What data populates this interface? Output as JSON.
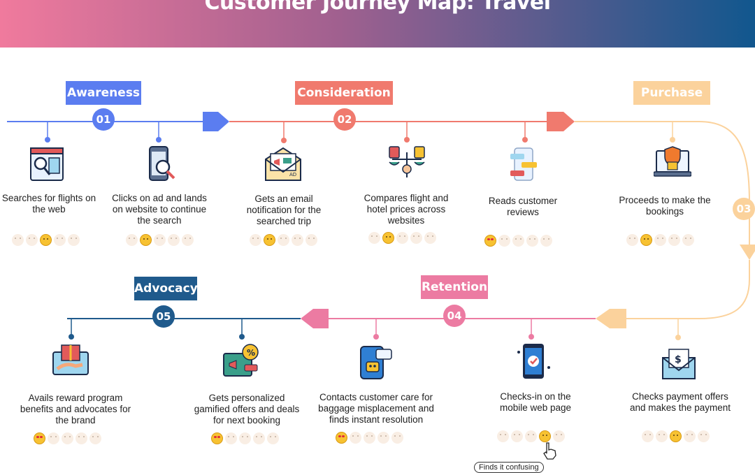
{
  "title": "Customer Journey Map: Travel",
  "colors": {
    "awareness": "#5b7df0",
    "consideration": "#f07a6e",
    "purchase": "#fbd29c",
    "retention": "#ec7ba2",
    "advocacy": "#1f5a8c",
    "badge_01": "#5b7df0",
    "badge_02": "#f07a6e",
    "badge_03": "#fbd29c",
    "badge_04": "#ec7ba2",
    "badge_05": "#1f5a8c"
  },
  "stages": [
    {
      "label": "Awareness",
      "number": "01"
    },
    {
      "label": "Consideration",
      "number": "02"
    },
    {
      "label": "Purchase",
      "number": "03"
    },
    {
      "label": "Retention",
      "number": "04"
    },
    {
      "label": "Advocacy",
      "number": "05"
    }
  ],
  "steps": [
    {
      "text": "Searches for flights on the web",
      "icon": "browser-search-icon",
      "emotion": "neutral"
    },
    {
      "text": "Clicks on ad and lands on website to continue the search",
      "icon": "mobile-search-icon",
      "emotion": "content"
    },
    {
      "text": "Gets an email notification for the searched trip",
      "icon": "email-ad-icon",
      "emotion": "content"
    },
    {
      "text": "Compares flight and hotel prices across websites",
      "icon": "price-compare-icon",
      "emotion": "content"
    },
    {
      "text": "Reads customer reviews",
      "icon": "reviews-icon",
      "emotion": "love"
    },
    {
      "text": "Proceeds to make the bookings",
      "icon": "secure-booking-icon",
      "emotion": "content"
    },
    {
      "text": "Checks payment offers and makes the payment",
      "icon": "payment-mail-icon",
      "emotion": "neutral"
    },
    {
      "text": "Checks-in on the mobile web page",
      "icon": "mobile-checkin-icon",
      "emotion": "confused"
    },
    {
      "text": "Contacts customer care for baggage misplacement and finds instant resolution",
      "icon": "chatbot-icon",
      "emotion": "love"
    },
    {
      "text": "Gets personalized gamified offers and deals for next booking",
      "icon": "offers-icon",
      "emotion": "love"
    },
    {
      "text": "Avails reward program benefits and advocates for the brand",
      "icon": "gift-laptop-icon",
      "emotion": "love"
    }
  ],
  "callout": "Finds it confusing"
}
